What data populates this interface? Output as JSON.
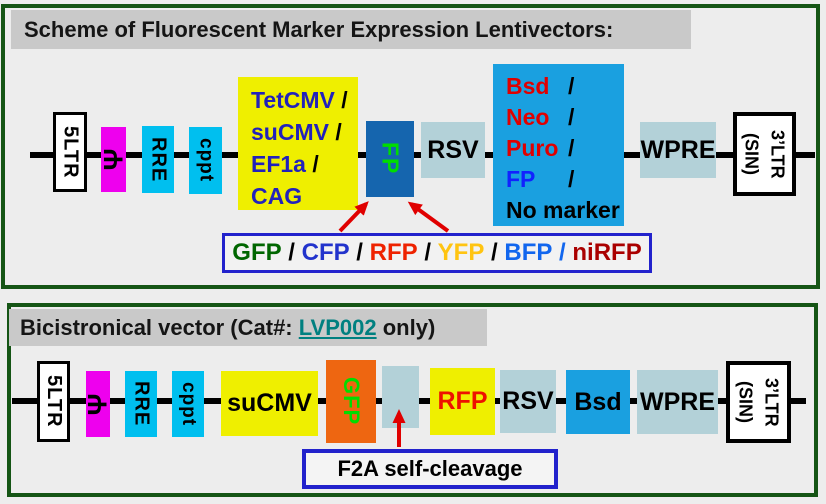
{
  "colors": {
    "frame_green": "#155515",
    "titlebar_gray": "#C9C9C9",
    "background": "#EDEDED",
    "magenta": "#EE00EE",
    "cyan": "#00BFEF",
    "yellow": "#EFEF00",
    "fp_box_blue": "#1565AE",
    "pale_blue": "#B3D1D8",
    "selection_blue": "#1AA0E0",
    "orange": "#EE6611",
    "arrow_red": "#E00000",
    "promoter_text_blue": "#2222BB",
    "green_label": "#00DD00",
    "link_teal": "#008080",
    "callout_border_blue": "#2222CC"
  },
  "panel1": {
    "title": "Scheme of Fluorescent Marker Expression Lentivectors:",
    "ltr5": "5LTR",
    "psi": "Ψ",
    "rre": "RRE",
    "cppt": "cppt",
    "promoter_lines": [
      {
        "name": "TetCMV",
        "slash": " /"
      },
      {
        "name": "suCMV",
        "slash": " /"
      },
      {
        "name": "EF1a",
        "slash": " /"
      },
      {
        "name": "CAG",
        "slash": ""
      }
    ],
    "fp": "FP",
    "rsv": "RSV",
    "selection_lines": [
      {
        "name": "Bsd",
        "color": "#E00000",
        "slash": "/"
      },
      {
        "name": "Neo",
        "color": "#E00000",
        "slash": "/"
      },
      {
        "name": "Puro",
        "color": "#E00000",
        "slash": "/"
      },
      {
        "name": "FP",
        "color": "#1122FF",
        "slash": "/"
      },
      {
        "name": "No marker",
        "color": "#000000",
        "slash": ""
      }
    ],
    "wpre": "WPRE",
    "ltr3_line1": "3’LTR",
    "ltr3_line2": "(SIN)",
    "fluorophores": [
      {
        "text": "GFP",
        "color": "#006600"
      },
      {
        "text": " / ",
        "color": "#000000"
      },
      {
        "text": "CFP",
        "color": "#2233CC"
      },
      {
        "text": " / ",
        "color": "#000000"
      },
      {
        "text": "RFP",
        "color": "#EE2200"
      },
      {
        "text": " / ",
        "color": "#000000"
      },
      {
        "text": "YFP",
        "color": "#FFC411"
      },
      {
        "text": " / ",
        "color": "#000000"
      },
      {
        "text": "BFP",
        "color": "#1166EE"
      },
      {
        "text": " / ",
        "color": "#1166EE"
      },
      {
        "text": "niRFP",
        "color": "#AA0000"
      }
    ]
  },
  "panel2": {
    "title_pre": "Bicistronical vector (Cat#: ",
    "title_link": "LVP002",
    "title_post": " only)",
    "ltr5": "5LTR",
    "psi": "Ψ",
    "rre": "RRE",
    "cppt": "cppt",
    "sucmv": "suCMV",
    "gfp": "GFP",
    "rfp": "RFP",
    "rsv": "RSV",
    "bsd": "Bsd",
    "wpre": "WPRE",
    "ltr3_line1": "3’LTR",
    "ltr3_line2": "(SIN)",
    "f2a_label": "F2A self-cleavage"
  }
}
